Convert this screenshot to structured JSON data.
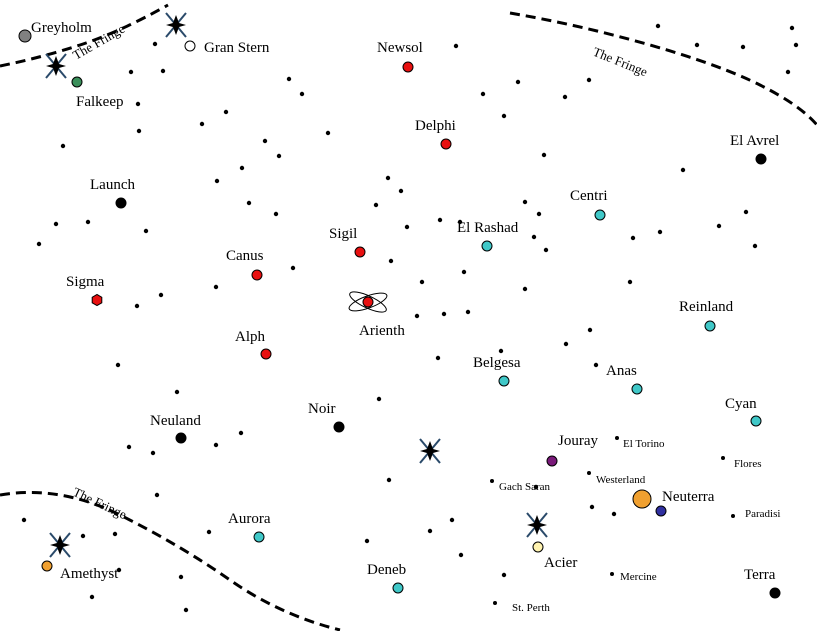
{
  "map": {
    "fringe_labels": [
      "The Fringe",
      "The Fringe",
      "The Fringe"
    ],
    "systems": [
      {
        "name": "Greyholm",
        "color": "#808080"
      },
      {
        "name": "Gran Stern",
        "color": "#ffffff"
      },
      {
        "name": "Falkeep",
        "color": "#3a8f5a"
      },
      {
        "name": "Newsol",
        "color": "#e81010"
      },
      {
        "name": "Delphi",
        "color": "#e81010"
      },
      {
        "name": "El Avrel",
        "color": "#000000"
      },
      {
        "name": "Launch",
        "color": "#000000"
      },
      {
        "name": "Centri",
        "color": "#40c8c8"
      },
      {
        "name": "El Rashad",
        "color": "#40c8c8"
      },
      {
        "name": "Sigil",
        "color": "#e81010"
      },
      {
        "name": "Canus",
        "color": "#e81010"
      },
      {
        "name": "Sigma",
        "color": "#e81010",
        "shape": "hexagon"
      },
      {
        "name": "Arienth",
        "color": "#e81010",
        "icon": "atom-icon"
      },
      {
        "name": "Reinland",
        "color": "#40c8c8"
      },
      {
        "name": "Alph",
        "color": "#e81010"
      },
      {
        "name": "Belgesa",
        "color": "#40c8c8"
      },
      {
        "name": "Anas",
        "color": "#40c8c8"
      },
      {
        "name": "Cyan",
        "color": "#40c8c8"
      },
      {
        "name": "Neuland",
        "color": "#000000"
      },
      {
        "name": "Noir",
        "color": "#000000"
      },
      {
        "name": "Jouray",
        "color": "#7a1a7a"
      },
      {
        "name": "El Torino",
        "color": "#000000",
        "small": true
      },
      {
        "name": "Flores",
        "color": "#000000",
        "small": true
      },
      {
        "name": "Westerland",
        "color": "#000000",
        "small": true
      },
      {
        "name": "Gach Saran",
        "color": "#000000",
        "small": true
      },
      {
        "name": "Neuterra",
        "color": "#f0a030"
      },
      {
        "name": "Paradisi",
        "color": "#000000",
        "small": true
      },
      {
        "name": "Aurora",
        "color": "#40c8c8"
      },
      {
        "name": "Acier",
        "color": "#fff3b0"
      },
      {
        "name": "Amethyst",
        "color": "#f0a030"
      },
      {
        "name": "Deneb",
        "color": "#40c8c8"
      },
      {
        "name": "Mercine",
        "color": "#000000",
        "small": true
      },
      {
        "name": "Terra",
        "color": "#000000"
      },
      {
        "name": "St. Perth",
        "color": "#000000",
        "small": true
      }
    ],
    "colors": {
      "red": "#e81010",
      "cyan": "#40c8c8",
      "black": "#000000",
      "orange": "#f0a030",
      "navy": "#3030a0"
    }
  }
}
